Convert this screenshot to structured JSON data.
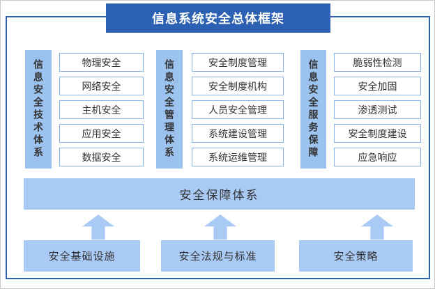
{
  "title": "信息系统安全总体框架",
  "columns": [
    {
      "label": "信息安全技术体系",
      "items": [
        "物理安全",
        "网络安全",
        "主机安全",
        "应用安全",
        "数据安全"
      ]
    },
    {
      "label": "信息安全管理体系",
      "items": [
        "安全制度管理",
        "安全制度机构",
        "人员安全管理",
        "系统建设管理",
        "系统运维管理"
      ]
    },
    {
      "label": "信息安全服务保障",
      "items": [
        "脆弱性检测",
        "安全加固",
        "渗透测试",
        "安全制度建设",
        "应急响应"
      ]
    }
  ],
  "assurance_bar": "安全保障体系",
  "foundations": [
    "安全基础设施",
    "安全法规与标准",
    "安全策略"
  ],
  "colors": {
    "banner_bg": "#2b60b2",
    "banner_text": "#ffffff",
    "frame_border": "#2b5fb0",
    "column_label_bg": "#9cc3ef",
    "light_bar_bg": "#a9caf5",
    "item_border": "#85b2e8",
    "text_dark": "#333333"
  }
}
